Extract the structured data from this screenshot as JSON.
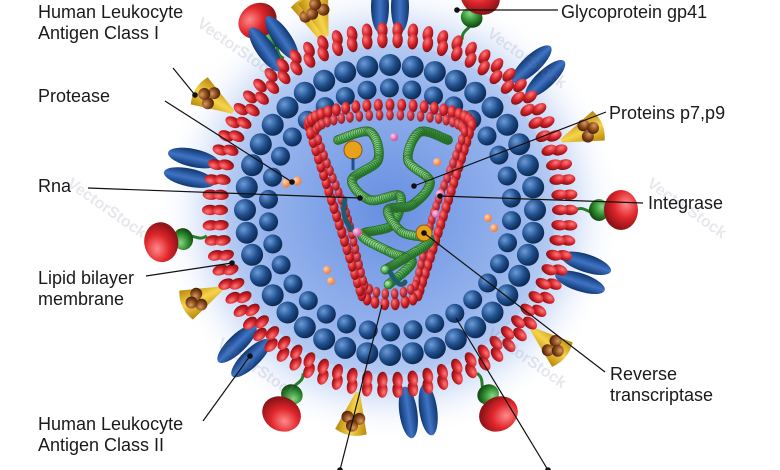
{
  "labels": {
    "hla1": [
      "Human Leukocyte",
      "Antigen Class I"
    ],
    "protease": "Protease",
    "rna": "Rna",
    "lipid": [
      "Lipid bilayer",
      "membrane"
    ],
    "hla2": [
      "Human Leukocyte",
      "Antigen Class II"
    ],
    "gp41": "Glycoprotein gp41",
    "p7p9": "Proteins p7,p9",
    "integrase": "Integrase",
    "rt": [
      "Reverse",
      "transcriptase"
    ]
  },
  "watermark": "VectorStock",
  "colors": {
    "halo": "#5b86e0",
    "lipid_bead": "#d2232a",
    "matrix_bead": "#1f4e8c",
    "capsid_bead": "#d2232a",
    "rna_strand": "#4caf50",
    "blue_spike": "#1f4f95",
    "red_knob": "#e0262b",
    "green_knob": "#2e8b2e",
    "yellow_cone": "#e8b820",
    "brown_bead": "#8b4a1c"
  }
}
